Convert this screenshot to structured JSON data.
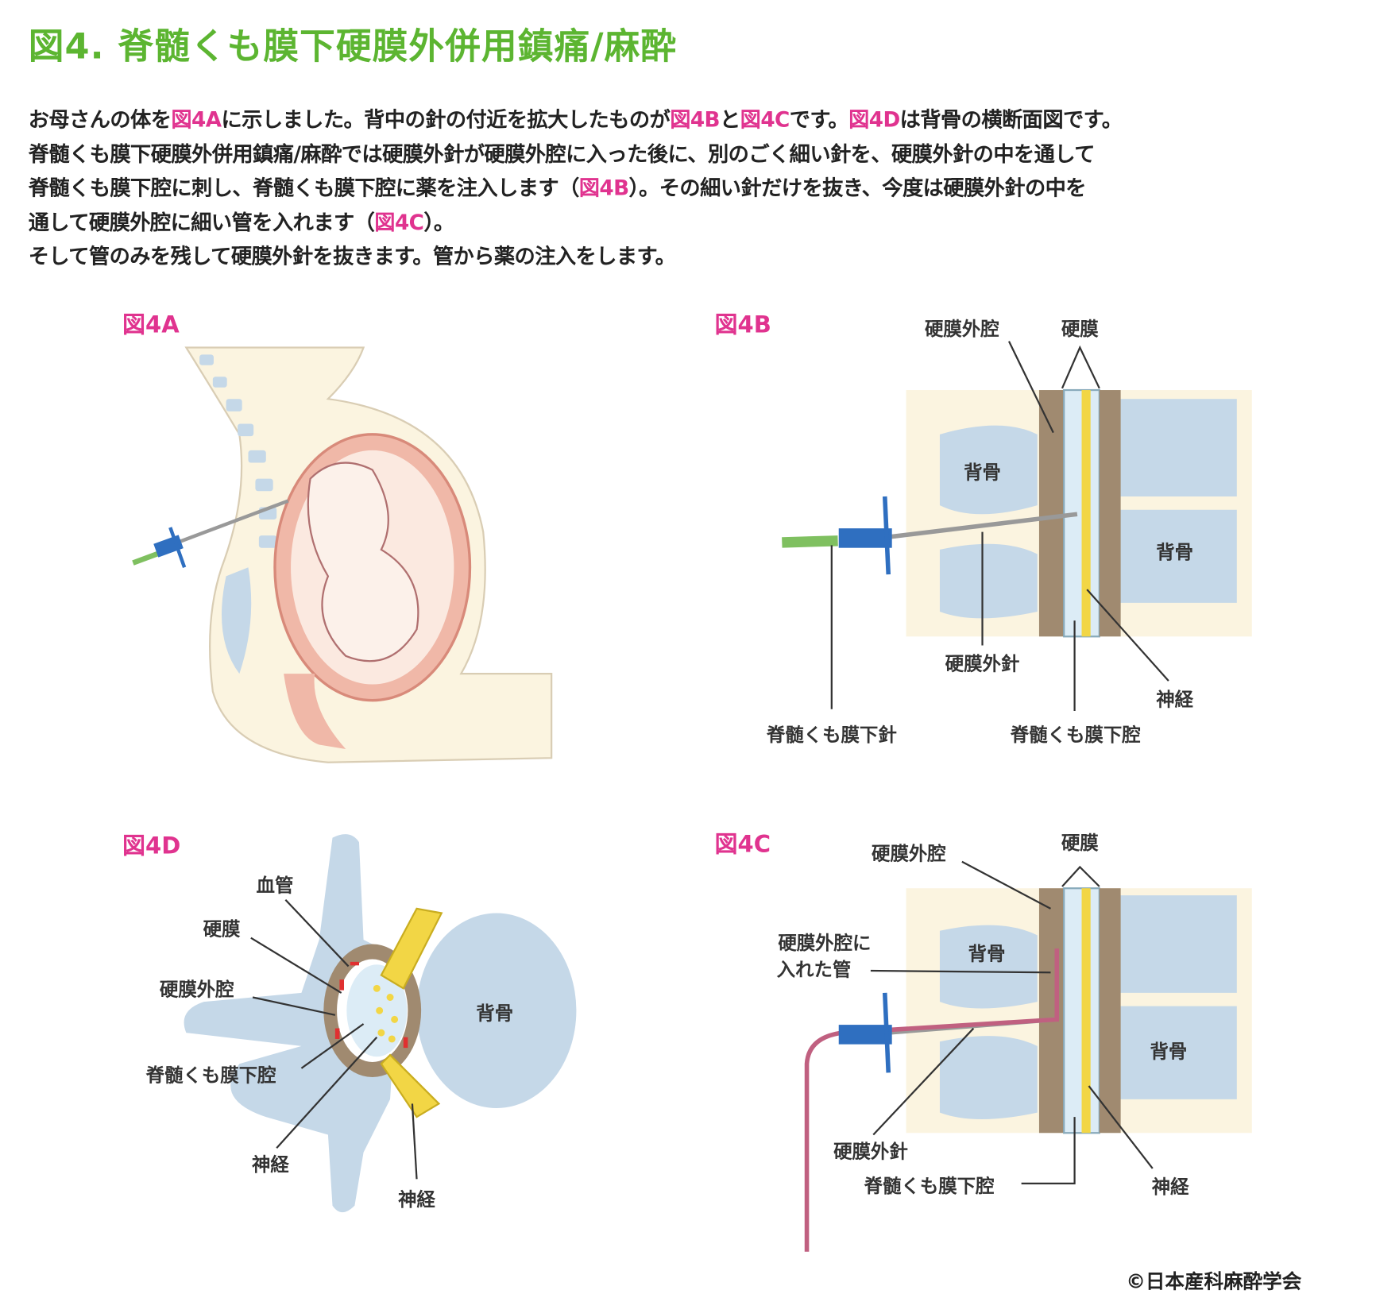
{
  "title": "図4. 脊髄くも膜下硬膜外併用鎮痛/麻酔",
  "paragraph": {
    "l1a": "お母さんの体を",
    "l1b": "図4A",
    "l1c": "に示しました。背中の針の付近を拡大したものが",
    "l1d": "図4B",
    "l1e": "と",
    "l1f": "図4C",
    "l1g": "です。",
    "l1h": "図4D",
    "l1i": "は背骨の横断面図です。",
    "l2": "脊髄くも膜下硬膜外併用鎮痛/麻酔では硬膜外針が硬膜外腔に入った後に、別のごく細い針を、硬膜外針の中を通して",
    "l3a": "脊髄くも膜下腔に刺し、脊髄くも膜下腔に薬を注入します（",
    "l3b": "図4B",
    "l3c": "）。その細い針だけを抜き、今度は硬膜外針の中を",
    "l4a": "通して硬膜外腔に細い管を入れます（",
    "l4b": "図4C",
    "l4c": "）。",
    "l5": "そして管のみを残して硬膜外針を抜きます。管から薬の注入をします。"
  },
  "figures": {
    "a": {
      "label": "図4A"
    },
    "b": {
      "label": "図4B",
      "epidural_space": "硬膜外腔",
      "dura": "硬膜",
      "spine1": "背骨",
      "spine2": "背骨",
      "epidural_needle": "硬膜外針",
      "nerve": "神経",
      "spinal_needle": "脊髄くも膜下針",
      "subarachnoid": "脊髄くも膜下腔"
    },
    "c": {
      "label": "図4C",
      "epidural_space": "硬膜外腔",
      "dura": "硬膜",
      "tube1": "硬膜外腔に",
      "tube2": "入れた管",
      "spine1": "背骨",
      "spine2": "背骨",
      "epidural_needle": "硬膜外針",
      "subarachnoid": "脊髄くも膜下腔",
      "nerve": "神経"
    },
    "d": {
      "label": "図4D",
      "vessel": "血管",
      "dura": "硬膜",
      "epidural_space": "硬膜外腔",
      "subarachnoid": "脊髄くも膜下腔",
      "spine": "背骨",
      "nerve1": "神経",
      "nerve2": "神経"
    }
  },
  "copyright": "©日本産科麻酔学会",
  "colors": {
    "title": "#5cb531",
    "accent": "#e0338f",
    "bone": "#c5d8e8",
    "tissue": "#fbf4e0",
    "dura": "#a08a70",
    "nerve": "#f2d645",
    "needle": "#2f6fc0"
  }
}
